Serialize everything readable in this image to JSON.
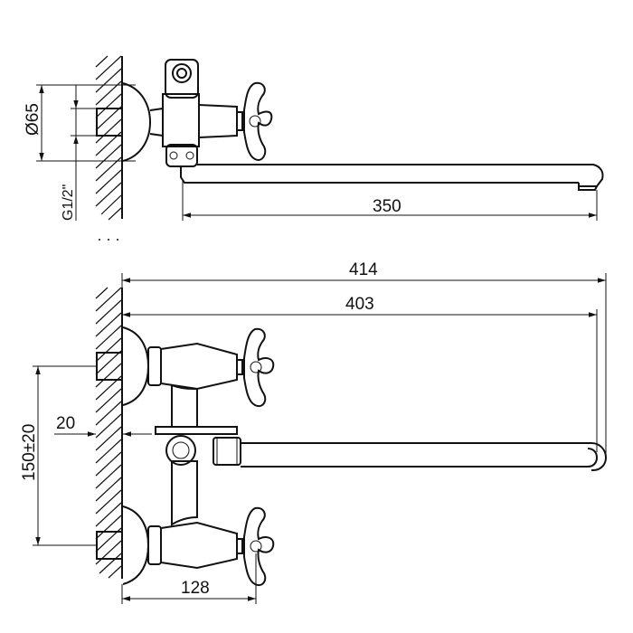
{
  "dimensions": {
    "side_view": {
      "flange_diameter": "Ø65",
      "thread": "G1/2\"",
      "spout_length": "350"
    },
    "front_view": {
      "overall_length": "414",
      "spout_reach": "403",
      "center_distance": "150±20",
      "offset": "20",
      "projection": "128"
    }
  }
}
